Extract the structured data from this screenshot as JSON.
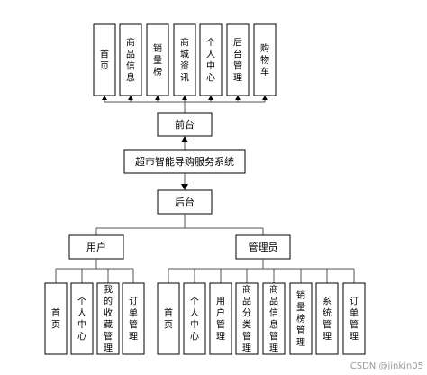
{
  "system": "超市智能导购服务系统",
  "frontend": {
    "label": "前台",
    "modules": [
      "首页",
      "商品信息",
      "销量榜",
      "商城资讯",
      "个人中心",
      "后台管理",
      "购物车"
    ]
  },
  "backend": {
    "label": "后台",
    "user": {
      "label": "用户",
      "modules": [
        "首页",
        "个人中心",
        "我的收藏管理",
        "订单管理"
      ]
    },
    "admin": {
      "label": "管理员",
      "modules": [
        "首页",
        "个人中心",
        "用户管理",
        "商品分类管理",
        "商品信息管理",
        "销量榜管理",
        "系统管理",
        "订单管理"
      ]
    }
  },
  "watermark": "CSDN @jinkin05"
}
